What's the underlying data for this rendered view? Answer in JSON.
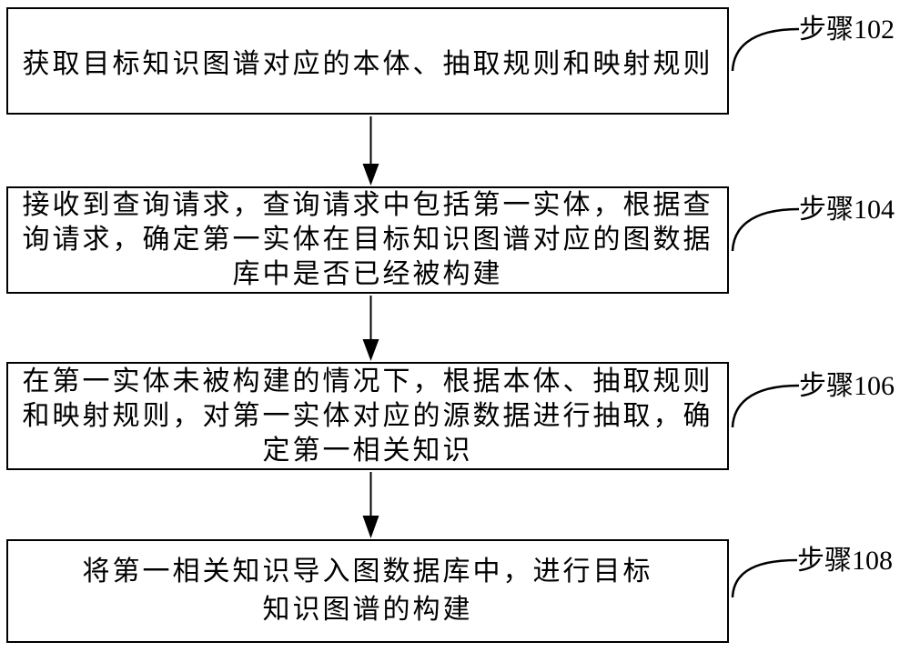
{
  "page": {
    "background_color": "#ffffff",
    "line_color": "#000000"
  },
  "flowchart": {
    "boxes": [
      {
        "id": "step-102",
        "lines": [
          "获取目标知识图谱对应的本体、抽取规则和映射规则"
        ],
        "step_label": "步骤102"
      },
      {
        "id": "step-104",
        "lines": [
          "接收到查询请求，查询请求中包括第一实体，根据查",
          "询请求，确定第一实体在目标知识图谱对应的图数据",
          "库中是否已经被构建"
        ],
        "step_label": "步骤104"
      },
      {
        "id": "step-106",
        "lines": [
          "在第一实体未被构建的情况下，根据本体、抽取规则",
          "和映射规则，对第一实体对应的源数据进行抽取，确",
          "定第一相关知识"
        ],
        "step_label": "步骤106"
      },
      {
        "id": "step-108",
        "lines": [
          "将第一相关知识导入图数据库中，进行目标",
          "知识图谱的构建"
        ],
        "step_label": "步骤108"
      }
    ]
  }
}
